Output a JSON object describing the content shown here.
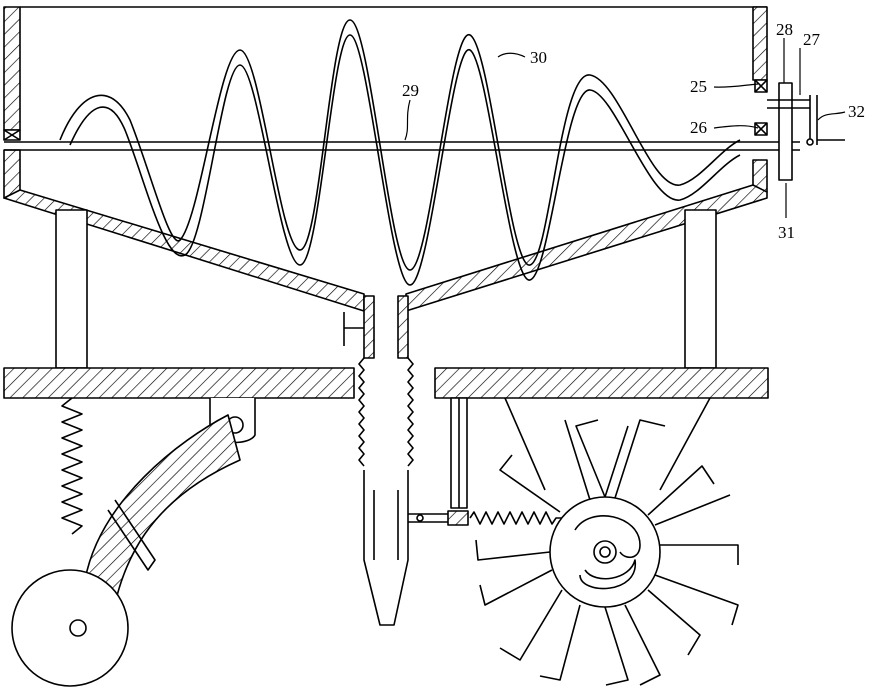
{
  "labels": {
    "l25": "25",
    "l26": "26",
    "l27": "27",
    "l28": "28",
    "l29": "29",
    "l30": "30",
    "l31": "31",
    "l32": "32"
  },
  "colors": {
    "ink": "#000000",
    "paper": "#ffffff"
  }
}
